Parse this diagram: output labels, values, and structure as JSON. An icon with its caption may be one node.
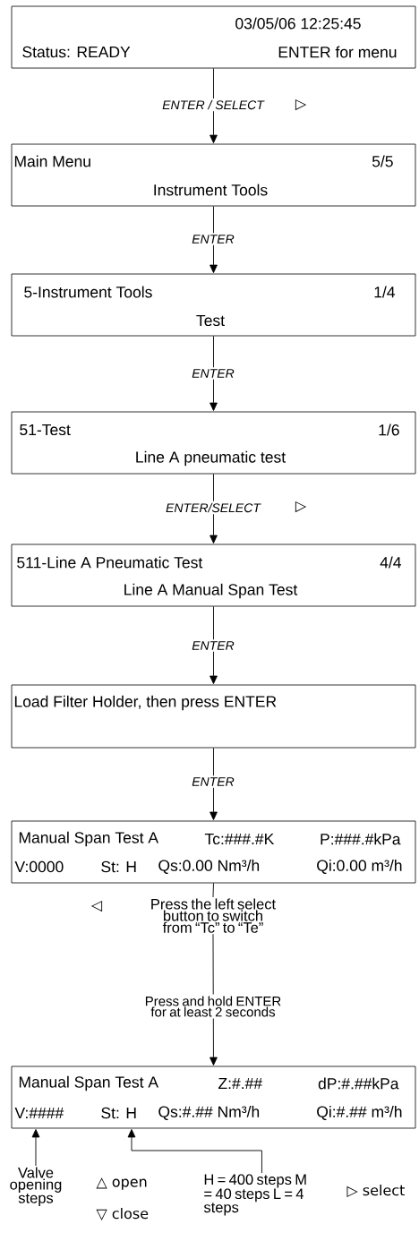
{
  "diagram": {
    "nodes": [
      {
        "text": [
          "03/05/06 12:25:45",
          "Status: READY",
          "ENTER for menu"
        ]
      },
      {
        "text": [
          "Main Menu",
          "5/5",
          "Instrument Tools"
        ]
      },
      {
        "text": [
          "5-Instrument Tools",
          "1/4",
          "Test"
        ]
      },
      {
        "text": [
          "51-Test",
          "1/6",
          "Line A pneumatic test"
        ]
      },
      {
        "text": [
          "511-Line A Pneumatic Test",
          "4/4",
          "Line A Manual Span Test"
        ]
      },
      {
        "text": [
          "Load Filter Holder, then press ENTER"
        ]
      },
      {
        "text": [
          "Manual Span Test A",
          "Tc:###.#K",
          "P:###.#kPa",
          "V:0000",
          "St: H",
          "Qs:0.00 Nm³/h",
          "Qi:0.00 m³/h"
        ]
      },
      {
        "text": [
          "Press the left select button to switch from “Tc” to “Te”"
        ]
      },
      {
        "text": [
          "Manual Span Test A",
          "Z:#.##",
          "dP:#.##kPa",
          "V:####",
          "St: H",
          "Qs:#.## Nm³/h",
          "Qi:#.## m³/h"
        ]
      },
      {
        "text": [
          "Valve opening steps"
        ]
      },
      {
        "text": [
          "H = 400 steps M = 40 steps L = 4 steps"
        ]
      }
    ],
    "edges": [
      {
        "from": 0,
        "to": 1,
        "arrow": "to",
        "label": "ENTER / SELECT"
      },
      {
        "from": 1,
        "to": 2,
        "arrow": "to",
        "label": "ENTER"
      },
      {
        "from": 2,
        "to": 3,
        "arrow": "to",
        "label": "ENTER"
      },
      {
        "from": 3,
        "to": 4,
        "arrow": "to",
        "label": "ENTER/SELECT"
      },
      {
        "from": 4,
        "to": 5,
        "arrow": "to",
        "label": "ENTER"
      },
      {
        "from": 5,
        "to": 6,
        "arrow": "to",
        "label": "ENTER"
      },
      {
        "from": 6,
        "to": 7,
        "arrow": "none"
      },
      {
        "from": 7,
        "to": 8,
        "arrow": "to",
        "label": "Press and hold ENTER for at least 2 seconds"
      },
      {
        "from": 9,
        "to": 8,
        "arrow": "to"
      },
      {
        "from": 10,
        "to": 8,
        "arrow": "to"
      }
    ],
    "labels": [
      "▷",
      "▷",
      "◁",
      "△ open",
      "▽ close",
      "▷ select"
    ]
  }
}
